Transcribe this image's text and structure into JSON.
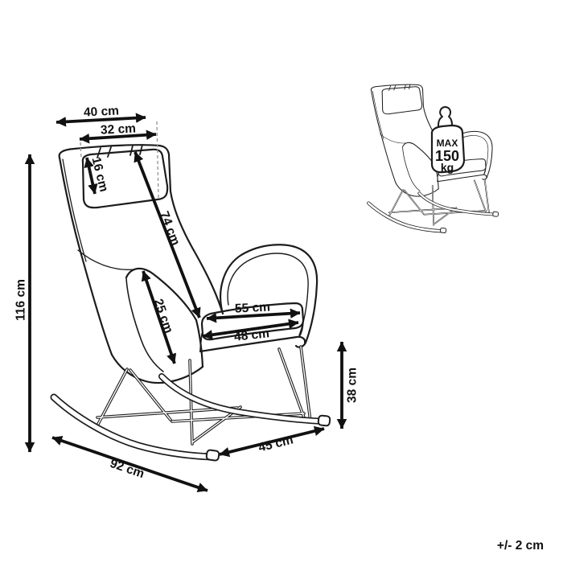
{
  "dimensions": {
    "overall_width_top": "40 cm",
    "headrest_width": "32 cm",
    "headrest_height": "16 cm",
    "backrest_length": "74 cm",
    "armrest_length": "25 cm",
    "seat_width_outer": "55 cm",
    "seat_width_inner": "48 cm",
    "overall_height": "116 cm",
    "seat_height": "38 cm",
    "rocker_front_length": "45 cm",
    "overall_depth": "92 cm"
  },
  "weight_capacity": {
    "prefix": "MAX",
    "value": "150",
    "unit": "kg"
  },
  "tolerance": "+/- 2 cm",
  "icons": {
    "main_illustration": "rocking-chair-line-art",
    "secondary_illustration": "rocking-chair-with-max-weight",
    "weight": "kettlebell-weight-icon"
  },
  "colors": {
    "line": "#1c1c1c",
    "dimension": "#111111",
    "guide_dash": "#999999",
    "background": "#ffffff"
  }
}
